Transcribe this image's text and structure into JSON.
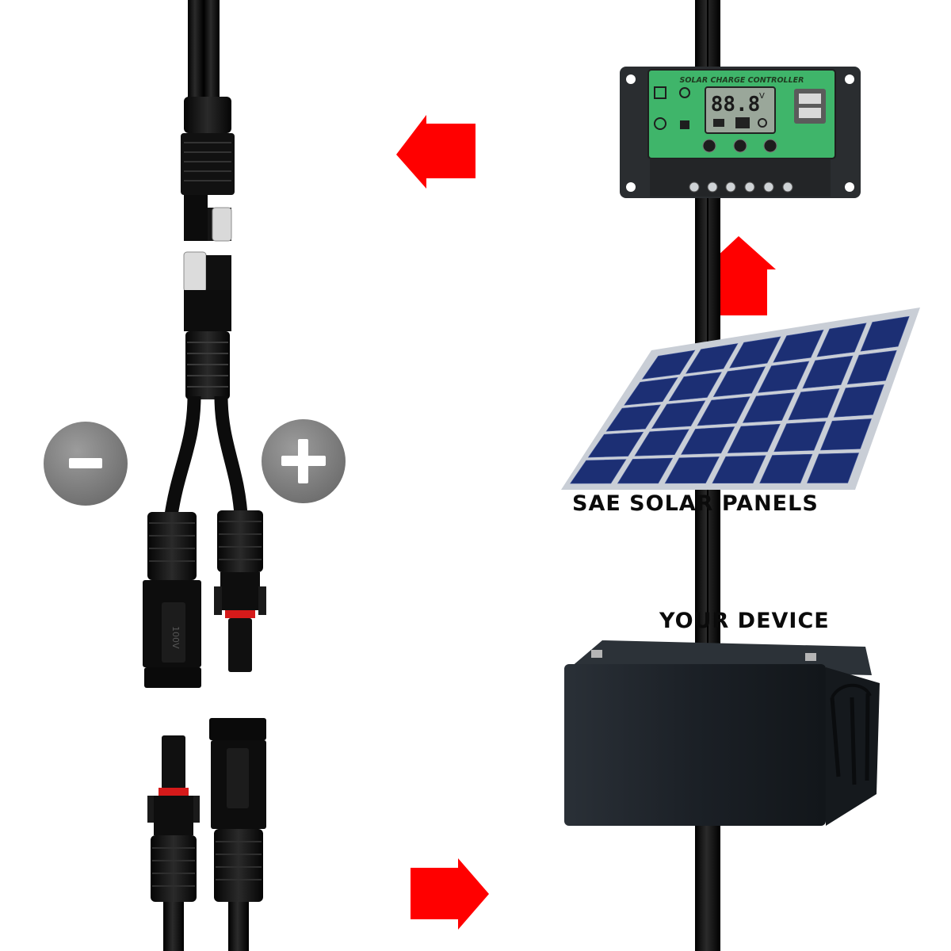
{
  "labels": {
    "solar_panels": "SAE SOLAR PANELS",
    "device": "YOUR DEVICE"
  },
  "controller": {
    "title": "SOLAR CHARGE CONTROLLER",
    "display": "88.8",
    "unit": "V",
    "connector_rating": "100V"
  },
  "polarity": {
    "negative_icon": "minus-icon",
    "positive_icon": "plus-icon"
  },
  "colors": {
    "arrow": "#ff0000",
    "cable": "#0d0d0d",
    "controller_body": "#2a2d30",
    "controller_face": "#3fb56a",
    "lcd": "#9aa79a",
    "panel_cell": "#1c2f74",
    "panel_frame": "#c9ced6",
    "battery": "#20252b",
    "polarity_disc": "#8a8a8a"
  }
}
